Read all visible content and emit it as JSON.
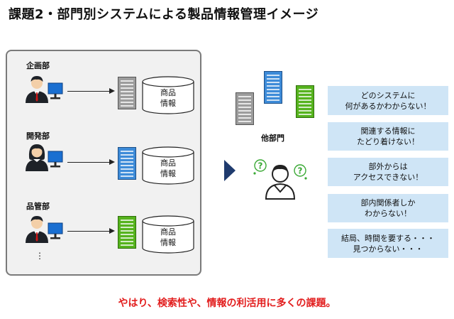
{
  "title": "課題2・部門別システムによる製品情報管理イメージ",
  "departments": [
    {
      "name": "企画部",
      "server_color": "#9c9c9c",
      "db_line1": "商品",
      "db_line2": "情報"
    },
    {
      "name": "開発部",
      "server_color": "#3d8bd8",
      "db_line1": "商品",
      "db_line2": "情報"
    },
    {
      "name": "品管部",
      "server_color": "#56b31e",
      "db_line1": "商品",
      "db_line2": "情報"
    }
  ],
  "ellipsis": "⋮",
  "other_department": {
    "label": "他部門"
  },
  "issues": [
    {
      "line1": "どのシステムに",
      "line2": "何があるかわからない！"
    },
    {
      "line1": "関連する情報に",
      "line2": "たどり着けない！"
    },
    {
      "line1": "部外からは",
      "line2": "アクセスできない！"
    },
    {
      "line1": "部内関係者しか",
      "line2": "わからない！"
    },
    {
      "line1": "結局、時間を要する・・・",
      "line2": "見つからない・・・"
    }
  ],
  "conclusion": "やはり、検索性や、情報の利活用に多くの課題。",
  "colors": {
    "accent_red": "#e21d1d",
    "arrow_navy": "#1f3b6e",
    "bubble_blue": "#cfe5f6",
    "question_green": "#3aa935"
  }
}
